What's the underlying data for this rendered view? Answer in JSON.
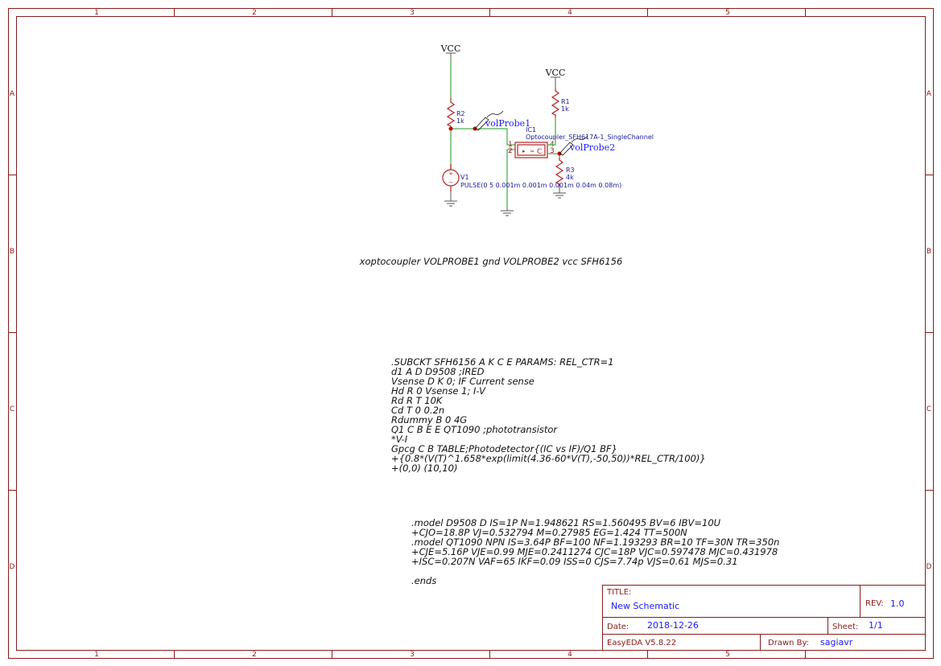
{
  "frame": {
    "columns": [
      "1",
      "2",
      "3",
      "4",
      "5"
    ],
    "rows": [
      "A",
      "B",
      "C",
      "D"
    ]
  },
  "schematic": {
    "vcc1": "VCC",
    "vcc2": "VCC",
    "r2": {
      "name": "R2",
      "value": "1k"
    },
    "r1": {
      "name": "R1",
      "value": "1k"
    },
    "r3": {
      "name": "R3",
      "value": "4k"
    },
    "v1": {
      "name": "V1",
      "value": "PULSE(0 5 0.001m 0.001m 0.001m 0.04m 0.08m)"
    },
    "ic1": {
      "name": "IC1",
      "value": "Optocoupler_SFH617A-1_SingleChannel",
      "pins": [
        "1",
        "2",
        "3",
        "4"
      ]
    },
    "probe1": "volProbe1",
    "probe2": "volProbe2"
  },
  "spice": {
    "xline": "xoptocoupler VOLPROBE1 gnd VOLPROBE2 vcc SFH6156",
    "subckt": [
      ".SUBCKT SFH6156 A K C E PARAMS: REL_CTR=1",
      "d1 A D D9508 ;IRED",
      "Vsense D K 0; IF Current sense",
      "Hd R 0 Vsense 1; I-V",
      "Rd R T 10K",
      "Cd T 0 0.2n",
      "Rdummy B 0 4G",
      "Q1 C B E E QT1090 ;phototransistor",
      "*V-I",
      "Gpcg C B TABLE;Photodetector{(IC vs IF)/Q1 BF}",
      "+{0.8*(V(T)^1.658*exp(limit(4.36-60*V(T),-50,50))*REL_CTR/100)}",
      "+(0,0) (10,10)"
    ],
    "models": [
      ".model D9508 D IS=1P N=1.948621 RS=1.560495 BV=6 IBV=10U",
      "+CJO=18.8P VJ=0.532794 M=0.27985 EG=1.424 TT=500N",
      ".model QT1090 NPN IS=3.64P BF=100 NF=1.193293 BR=10 TF=30N TR=350n",
      "+CJE=5.16P VJE=0.99 MJE=0.2411274 CJC=18P VJC=0.597478 MJC=0.431978",
      "+ISC=0.207N VAF=65 IKF=0.09 ISS=0 CJS=7.74p VJS=0.61 MJS=0.31"
    ],
    "ends": ".ends"
  },
  "title_block": {
    "title_label": "TITLE:",
    "title": "New Schematic",
    "rev_label": "REV:",
    "rev": "1.0",
    "date_label": "Date:",
    "date": "2018-12-26",
    "sheet_label": "Sheet:",
    "sheet": "1/1",
    "software": "EasyEDA V5.8.22",
    "drawn_by_label": "Drawn By:",
    "drawn_by": "sagiavr"
  }
}
